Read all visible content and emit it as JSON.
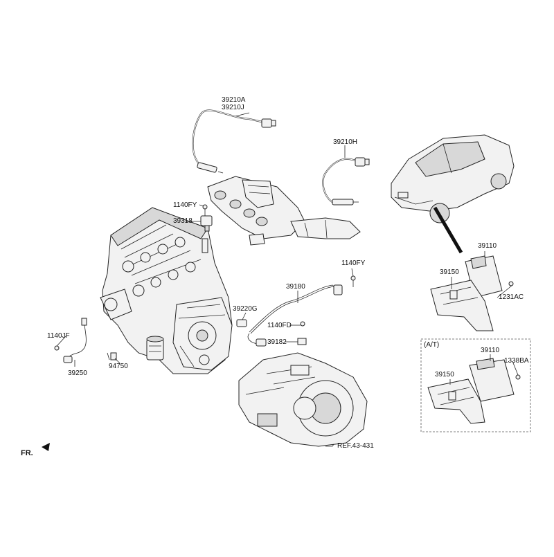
{
  "diagram": {
    "part_labels": {
      "p39210A": "39210A",
      "p39210J": "39210J",
      "p39210H": "39210H",
      "p1140FY_a": "1140FY",
      "p39318": "39318",
      "p1140FY_b": "1140FY",
      "p39180": "39180",
      "p39220G": "39220G",
      "p1140FD": "1140FD",
      "p39182": "39182",
      "p1140JF": "1140JF",
      "p39250": "39250",
      "p94750": "94750",
      "p39110_mt": "39110",
      "p39150_mt": "39150",
      "p1231AC": "1231AC",
      "at_box": "(A/T)",
      "p39110_at": "39110",
      "p1338BA": "1338BA",
      "p39150_at": "39150",
      "ref": "REF.43-431",
      "fr": "FR."
    }
  }
}
